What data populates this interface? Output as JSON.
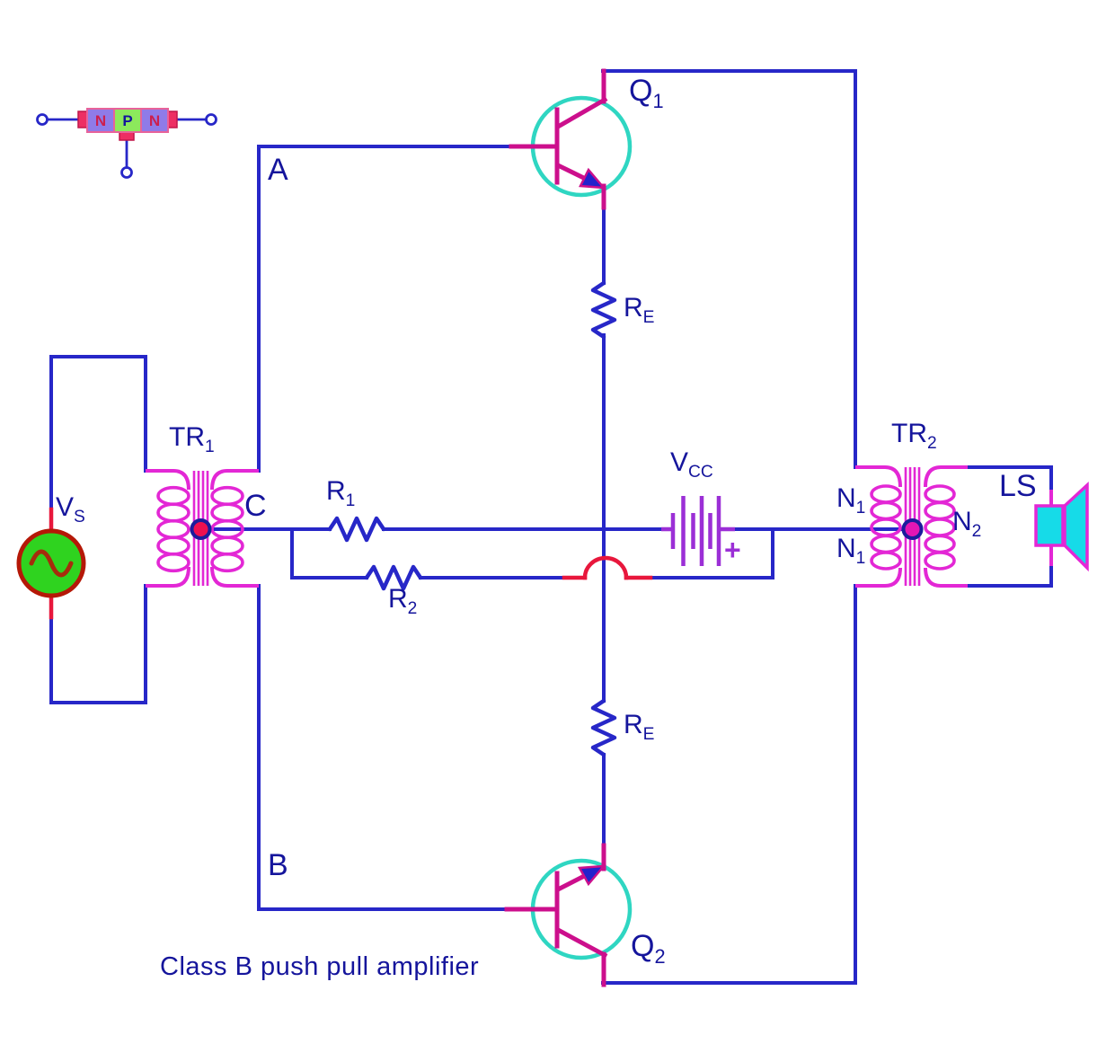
{
  "title": "Class B push pull amplifier",
  "colors": {
    "wire_blue": "#2727c8",
    "label_navy": "#15159c",
    "coil_magenta": "#e327d5",
    "transistor_magenta": "#cc0f8c",
    "transistor_circle_turquoise": "#2fd6c2",
    "battery_purple": "#9b2fd6",
    "hop_red": "#e8173c",
    "source_green": "#2fd31f",
    "source_border_red": "#b51807",
    "speaker_cyan": "#16dbe8",
    "npn_block_purple": "#8f7be8",
    "npn_block_green": "#8ce95c",
    "npn_contact_crimson": "#ed2f63"
  },
  "labels": {
    "vs": {
      "base": "V",
      "sub": "S"
    },
    "tr1": {
      "base": "TR",
      "sub": "1"
    },
    "tr2": {
      "base": "TR",
      "sub": "2"
    },
    "c": "C",
    "a": "A",
    "b": "B",
    "r1": {
      "base": "R",
      "sub": "1"
    },
    "r2": {
      "base": "R",
      "sub": "2"
    },
    "re_top": {
      "base": "R",
      "sub": "E"
    },
    "re_bottom": {
      "base": "R",
      "sub": "E"
    },
    "vcc": {
      "base": "V",
      "sub": "CC"
    },
    "plus": "+",
    "q1": {
      "base": "Q",
      "sub": "1"
    },
    "q2": {
      "base": "Q",
      "sub": "2"
    },
    "n1_top": {
      "base": "N",
      "sub": "1"
    },
    "n1_bottom": {
      "base": "N",
      "sub": "1"
    },
    "n2": {
      "base": "N",
      "sub": "2"
    },
    "ls": "LS"
  },
  "npn_icon": {
    "left": "N",
    "middle": "P",
    "right": "N"
  }
}
